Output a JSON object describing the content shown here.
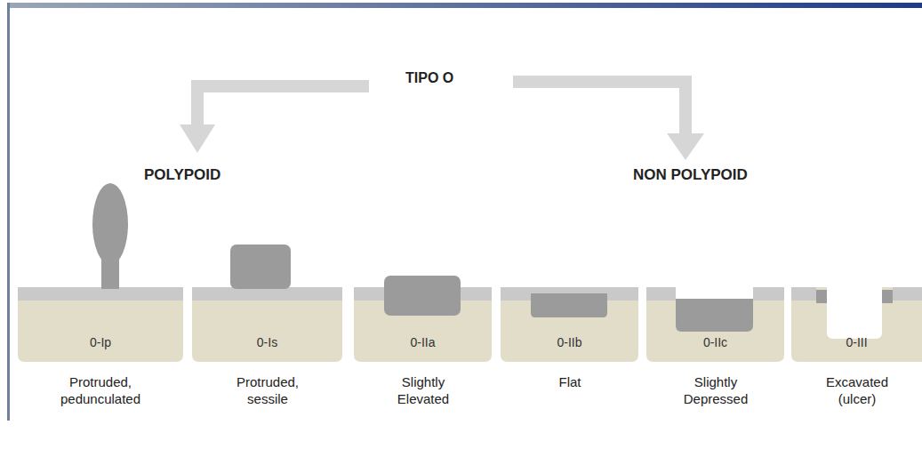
{
  "diagram": {
    "nodes": [
      {
        "text": [
          "0-Ip",
          "Protruded, pedunculated"
        ]
      },
      {
        "text": [
          "0-Is",
          "Protruded, sessile"
        ]
      },
      {
        "text": [
          "0-IIa",
          "Slightly Elevated"
        ]
      },
      {
        "text": [
          "0-IIb",
          "Flat"
        ]
      },
      {
        "text": [
          "0-IIc",
          "Slightly Depressed"
        ]
      },
      {
        "text": [
          "0-III",
          "Excavated (ulcer)"
        ]
      }
    ],
    "labels": [
      "TIPO O",
      "POLYPOID",
      "NON POLYPOID"
    ]
  }
}
